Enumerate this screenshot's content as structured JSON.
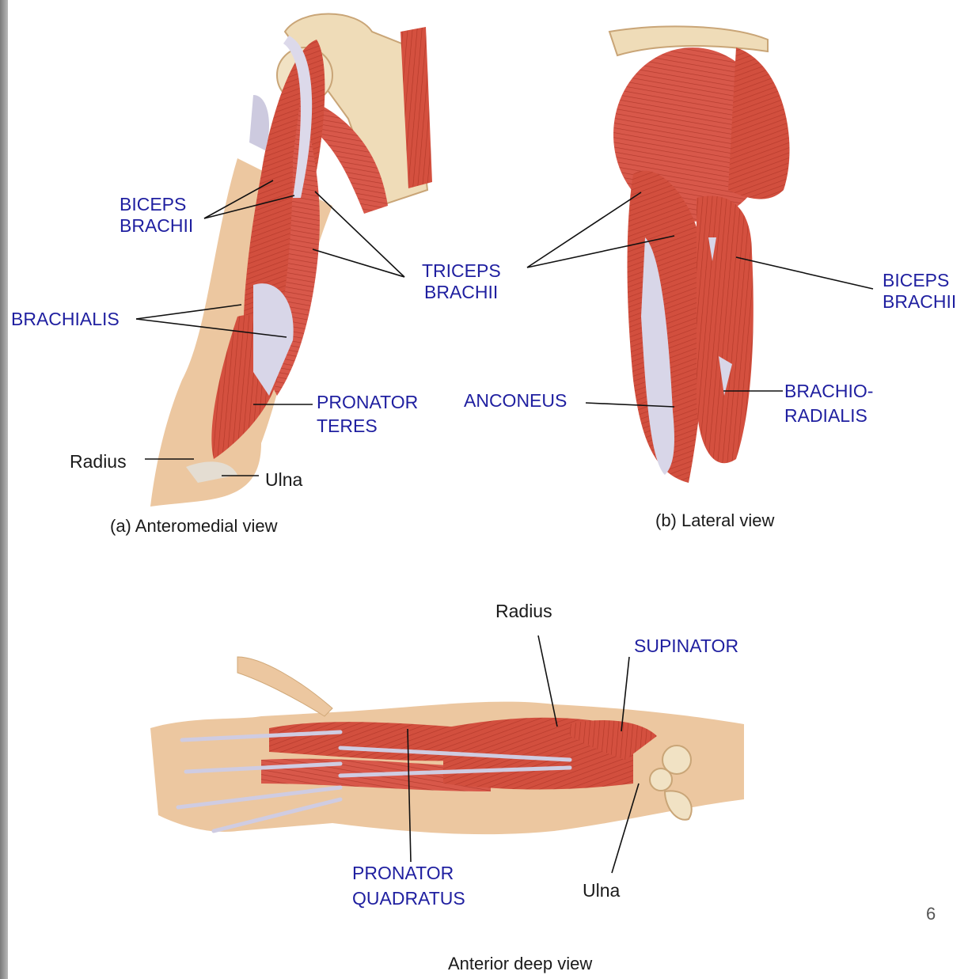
{
  "page_number": "6",
  "colors": {
    "label_blue": "#1f1fa0",
    "muscle": "#d9503f",
    "skin": "#ecc7a0",
    "tendon": "#d8d6e8",
    "bone": "#f1e2c4"
  },
  "panel_a": {
    "caption": "(a) Anteromedial view",
    "labels": {
      "biceps_1": "BICEPS",
      "biceps_2": "BRACHII",
      "brachialis": "BRACHIALIS",
      "pronator_1": "PRONATOR",
      "pronator_2": "TERES",
      "radius": "Radius",
      "ulna": "Ulna"
    }
  },
  "shared": {
    "triceps_1": "TRICEPS",
    "triceps_2": "BRACHII"
  },
  "panel_b": {
    "caption": "(b) Lateral view",
    "labels": {
      "biceps_1": "BICEPS",
      "biceps_2": "BRACHII",
      "anconeus": "ANCONEUS",
      "brachio_1": "BRACHIO-",
      "brachio_2": "RADIALIS"
    }
  },
  "panel_c": {
    "caption": "Anterior deep view",
    "labels": {
      "radius": "Radius",
      "supinator": "SUPINATOR",
      "pq_1": "PRONATOR",
      "pq_2": "QUADRATUS",
      "ulna": "Ulna"
    }
  }
}
